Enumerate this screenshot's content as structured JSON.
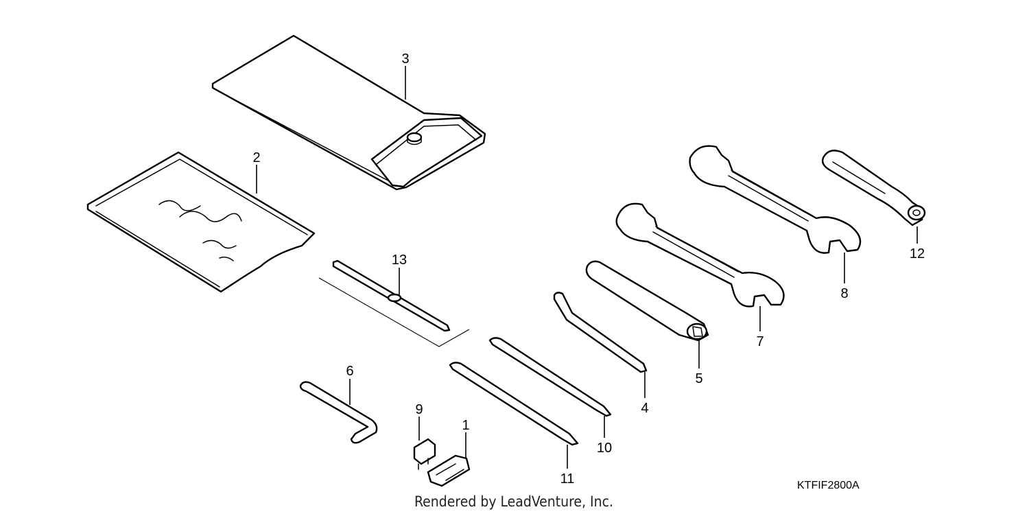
{
  "diagram": {
    "callouts": {
      "c1": "1",
      "c2": "2",
      "c3": "3",
      "c4": "4",
      "c5": "5",
      "c6": "6",
      "c7": "7",
      "c8": "8",
      "c9": "9",
      "c10": "10",
      "c11": "11",
      "c12": "12",
      "c13": "13"
    },
    "figure_code": "KTFIF2800A",
    "credit": "Rendered by LeadVenture, Inc."
  }
}
